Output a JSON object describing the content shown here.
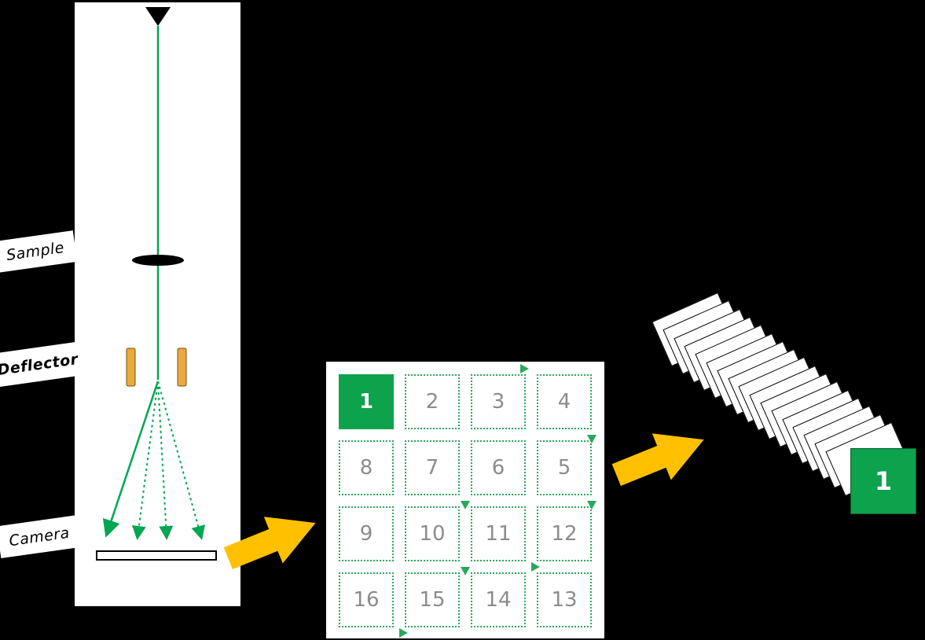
{
  "figure": {
    "column": {
      "labels": [
        {
          "id": "sample",
          "text": "Sample"
        },
        {
          "id": "deflector",
          "text": "Deflector"
        },
        {
          "id": "camera",
          "text": "Camera"
        }
      ]
    },
    "scan_grid": {
      "cells": [
        "1",
        "2",
        "3",
        "4",
        "8",
        "7",
        "6",
        "5",
        "9",
        "10",
        "11",
        "12",
        "16",
        "15",
        "14",
        "13"
      ],
      "active_cell": "1"
    },
    "stack": {
      "frame_count": 17,
      "front_label": "1"
    },
    "colors": {
      "beam-green": "#00A651",
      "grid-green": "#2BA85C",
      "active-green": "#0DA24C",
      "arrow-yellow": "#FFC000",
      "plate-gold": "#EBA93E",
      "number-gray": "#8C8C8C"
    }
  }
}
